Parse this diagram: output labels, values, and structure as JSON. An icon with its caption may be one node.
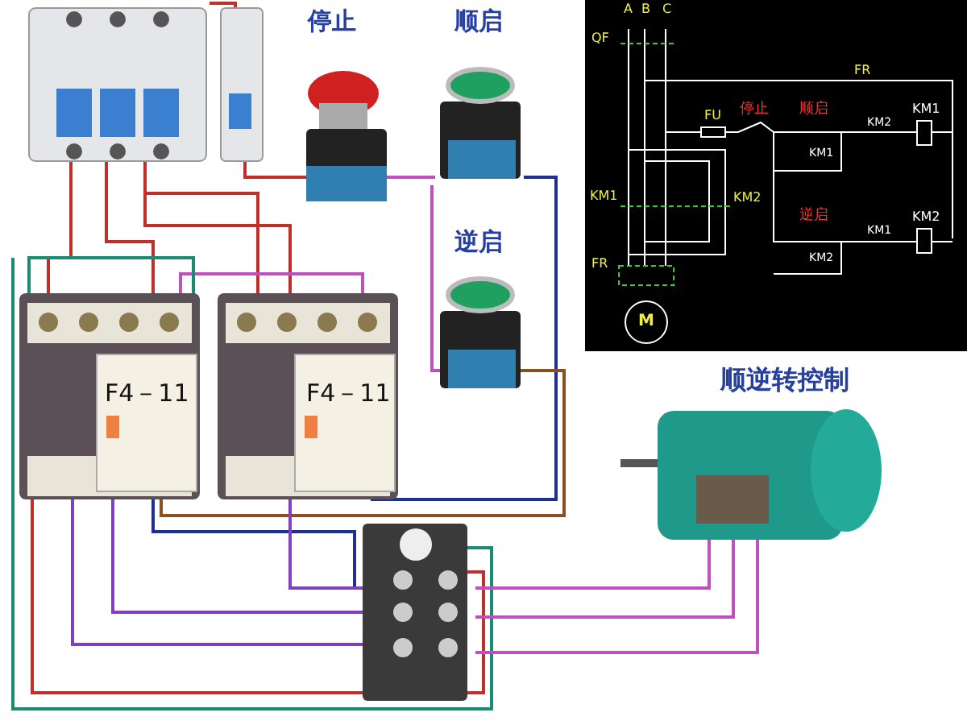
{
  "diagram": {
    "title": "顺逆转控制",
    "labels": [
      "停止",
      "顺启",
      "A",
      "B",
      "C",
      "QF",
      "FR",
      "FU",
      "停止",
      "顺启",
      "KM2",
      "KM1",
      "KM1",
      "KM1",
      "KM2",
      "逆启",
      "KM1",
      "KM2",
      "KM2",
      "FR",
      "M",
      "逆启",
      "F4－11",
      "F4－11"
    ]
  }
}
